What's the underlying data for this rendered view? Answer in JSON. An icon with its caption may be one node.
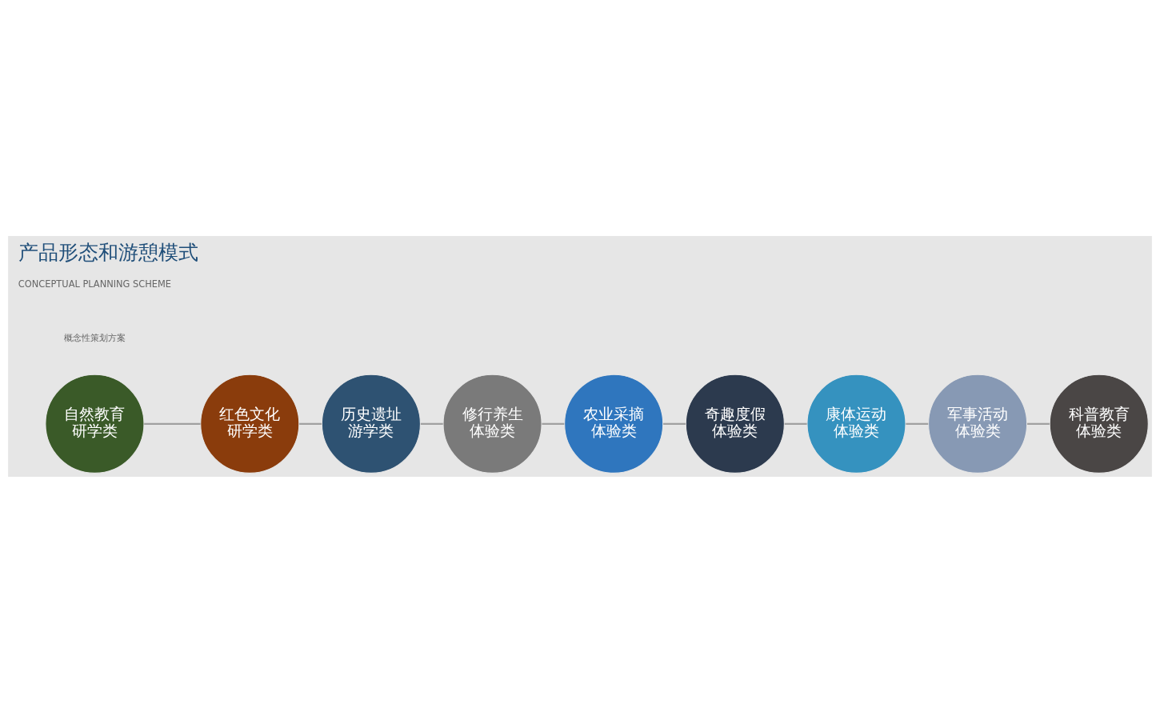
{
  "diagram": {
    "title": "产品形态和游憩模式",
    "nodes": [
      {
        "text": [
          "自然教育研学类"
        ]
      },
      {
        "text": [
          "红色文化研学类"
        ]
      },
      {
        "text": [
          "历史遗址游学类"
        ]
      },
      {
        "text": [
          "修行养生体验类"
        ]
      },
      {
        "text": [
          "农业采摘体验类"
        ]
      },
      {
        "text": [
          "奇趣度假体验类"
        ]
      },
      {
        "text": [
          "康体运动体验类"
        ]
      },
      {
        "text": [
          "军事活动体验类"
        ]
      },
      {
        "text": [
          "科普教育体验类"
        ]
      }
    ],
    "edges": [
      {
        "from": 0,
        "to": 1,
        "arrow": "none"
      },
      {
        "from": 1,
        "to": 2,
        "arrow": "none"
      },
      {
        "from": 2,
        "to": 3,
        "arrow": "none"
      },
      {
        "from": 3,
        "to": 4,
        "arrow": "none"
      },
      {
        "from": 4,
        "to": 5,
        "arrow": "none"
      },
      {
        "from": 5,
        "to": 6,
        "arrow": "none"
      },
      {
        "from": 6,
        "to": 7,
        "arrow": "none"
      },
      {
        "from": 7,
        "to": 8,
        "arrow": "none"
      }
    ],
    "labels": [
      "概念性策划方案",
      "CONCEPTUAL PLANNING SCHEME"
    ]
  }
}
